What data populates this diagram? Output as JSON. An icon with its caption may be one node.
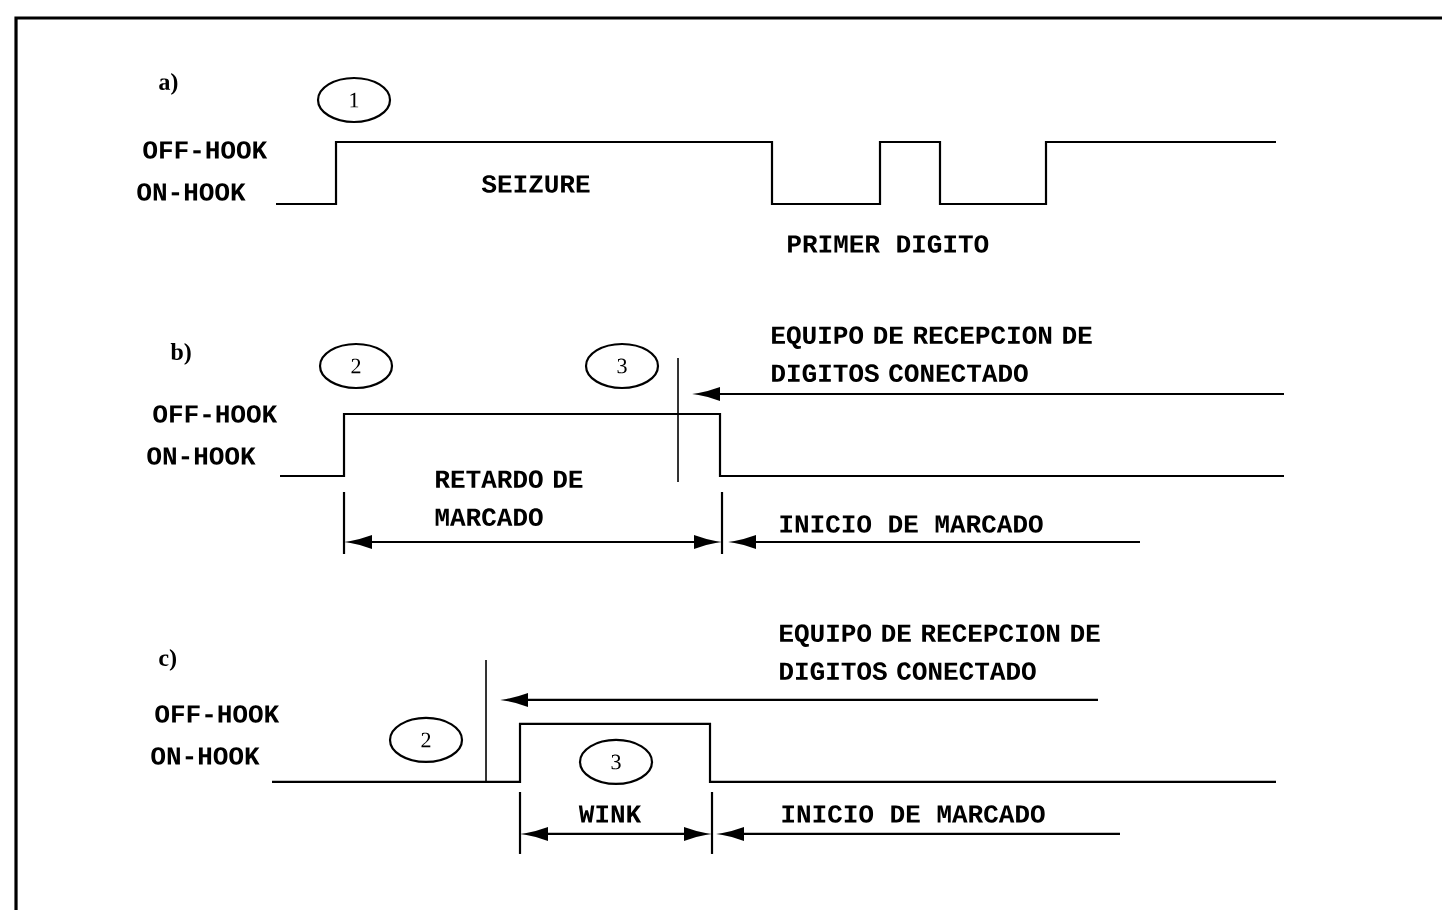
{
  "diagram": {
    "nodes": [
      {
        "text": [
          "1"
        ]
      },
      {
        "text": [
          "2"
        ]
      },
      {
        "text": [
          "3"
        ]
      },
      {
        "text": [
          "2"
        ]
      },
      {
        "text": [
          "3"
        ]
      }
    ],
    "labels": [
      "a)",
      "OFF-HOOK",
      "ON-HOOK",
      "SEIZURE",
      "PRIMER DIGITO",
      "b)",
      "EQUIPO DE RECEPCION DE DIGITOS CONECTADO",
      "OFF-HOOK",
      "ON-HOOK",
      "RETARDO DE MARCADO",
      "INICIO DE MARCADO",
      "c)",
      "EQUIPO DE RECEPCION DE DIGITOS CONECTADO",
      "OFF-HOOK",
      "ON-HOOK",
      "WINK",
      "INICIO DE MARCADO"
    ]
  }
}
